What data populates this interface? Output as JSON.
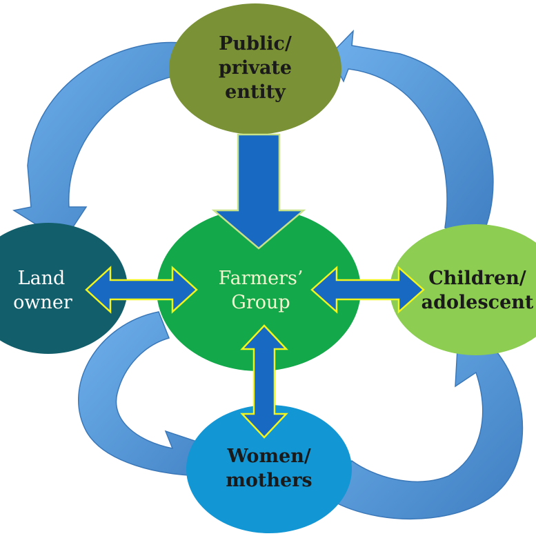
{
  "nodes": {
    "public": {
      "line1": "Public/",
      "line2": "private",
      "line3": "entity"
    },
    "farmers": {
      "line1": "Farmers’",
      "line2": "Group"
    },
    "land": {
      "line1": "Land",
      "line2": "owner"
    },
    "children": {
      "line1": "Children/",
      "line2": "adolescent"
    },
    "women": {
      "line1": "Women/",
      "line2": "mothers"
    }
  },
  "colors": {
    "public": "#7a9135",
    "farmers": "#13a84a",
    "land": "#125e6a",
    "children": "#8ccd52",
    "women": "#1296d4",
    "cycle_arrow": "#4f8fcf",
    "center_arrow": "#1769c2",
    "arrow_outline": "#f2f51e"
  }
}
